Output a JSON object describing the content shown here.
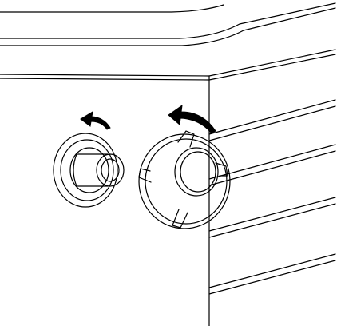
{
  "diagram": {
    "description_text": "",
    "style": {
      "line_color": "#000000",
      "background": "#ffffff",
      "arrow_fill": "#000000"
    },
    "parts": [
      {
        "id": "housing",
        "icon": "appliance-housing"
      },
      {
        "id": "left_knob",
        "icon": "small-rotary-knob",
        "rotation": "counter-clockwise"
      },
      {
        "id": "right_knob",
        "icon": "large-rotary-knob",
        "rotation": "counter-clockwise"
      }
    ]
  }
}
